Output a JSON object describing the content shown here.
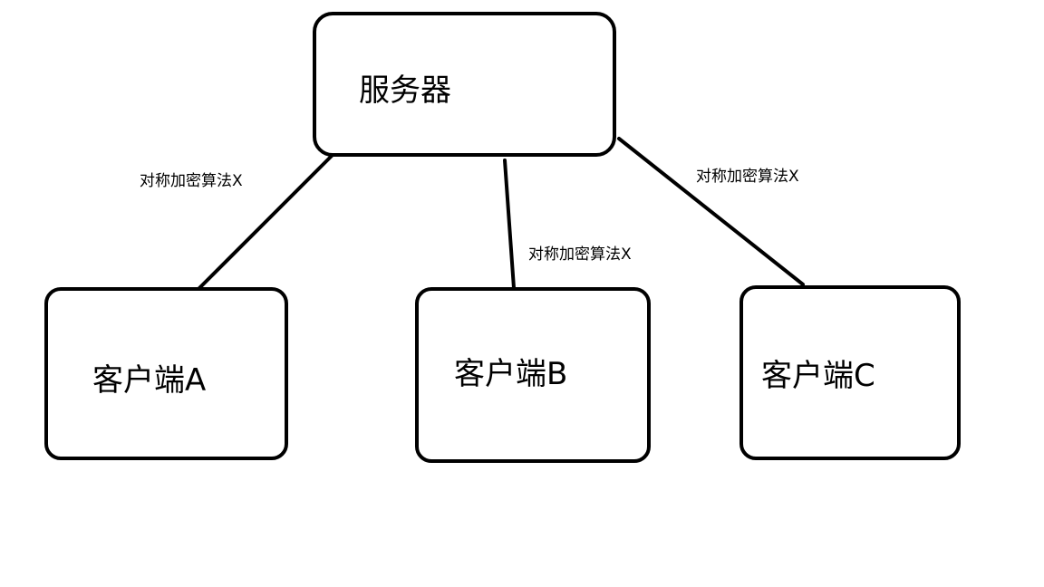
{
  "diagram": {
    "nodes": {
      "server": {
        "label": "服务器"
      },
      "client_a": {
        "label": "客户端A"
      },
      "client_b": {
        "label": "客户端B"
      },
      "client_c": {
        "label": "客户端C"
      }
    },
    "edges": {
      "server_to_a": {
        "label": "对称加密算法X"
      },
      "server_to_b": {
        "label": "对称加密算法X"
      },
      "server_to_c": {
        "label": "对称加密算法X"
      }
    }
  }
}
